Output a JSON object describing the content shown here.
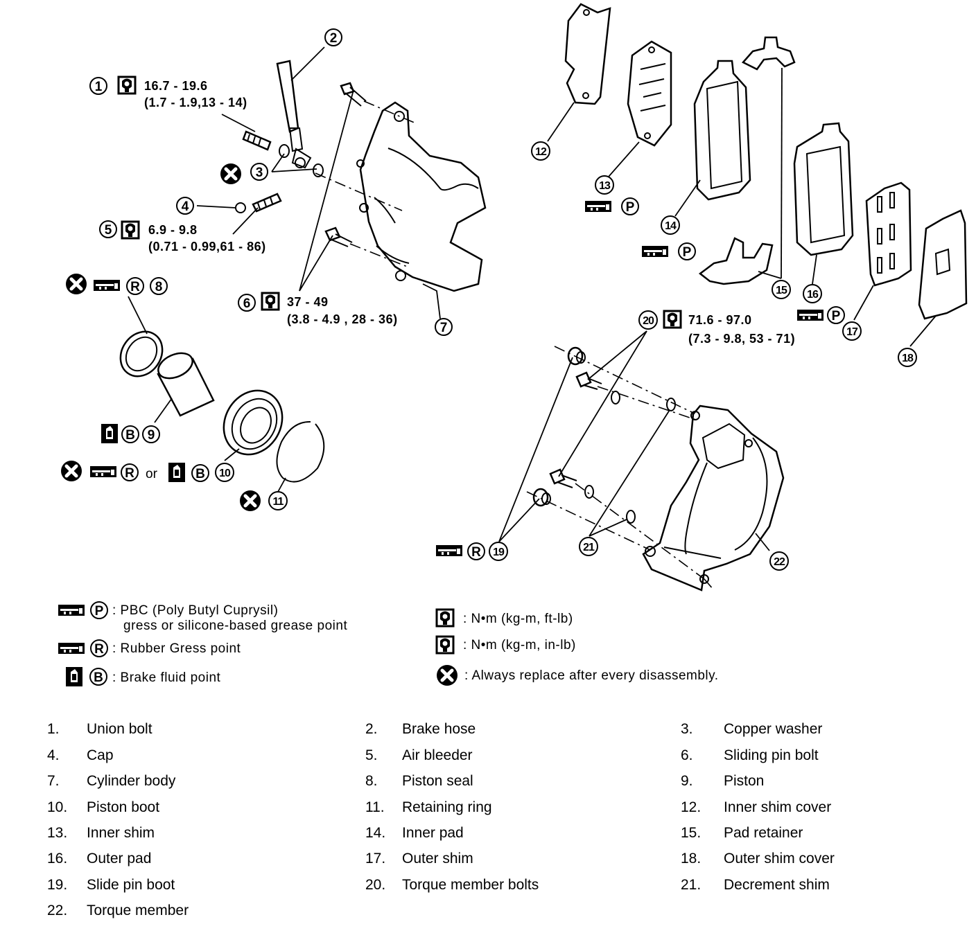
{
  "callouts": {
    "c1": "1",
    "c2": "2",
    "c3": "3",
    "c4": "4",
    "c5": "5",
    "c6": "6",
    "c7": "7",
    "c8": "8",
    "c9": "9",
    "c10": "10",
    "c11": "11",
    "c12": "12",
    "c13": "13",
    "c14": "14",
    "c15": "15",
    "c16": "16",
    "c17": "17",
    "c18": "18",
    "c19": "19",
    "c20": "20",
    "c21": "21",
    "c22": "22"
  },
  "symbols": {
    "p": "P",
    "r": "R",
    "b": "B",
    "or": "or"
  },
  "torque": {
    "t1_a": "16.7 - 19.6",
    "t1_b": "(1.7 - 1.9,13 - 14)",
    "t5_a": "6.9 - 9.8",
    "t5_b": "(0.71 - 0.99,61 - 86)",
    "t6_a": "37 - 49",
    "t6_b": "(3.8 - 4.9 , 28 - 36)",
    "t20_a": "71.6 - 97.0",
    "t20_b": "(7.3 - 9.8, 53 - 71)"
  },
  "legend": {
    "pbc_line1": ": PBC (Poly Butyl Cuprysil)",
    "pbc_line2": "gress or silicone-based grease point",
    "rubber": ": Rubber Gress point",
    "brake_fluid": ": Brake fluid point",
    "nm_ftlb": ": N•m (kg-m, ft-lb)",
    "nm_inlb": ": N•m (kg-m, in-lb)",
    "replace": ": Always replace after every disassembly."
  },
  "parts": [
    {
      "num": "1.",
      "name": "Union bolt"
    },
    {
      "num": "2.",
      "name": "Brake hose"
    },
    {
      "num": "3.",
      "name": "Copper washer"
    },
    {
      "num": "4.",
      "name": "Cap"
    },
    {
      "num": "5.",
      "name": "Air bleeder"
    },
    {
      "num": "6.",
      "name": "Sliding pin bolt"
    },
    {
      "num": "7.",
      "name": "Cylinder body"
    },
    {
      "num": "8.",
      "name": "Piston seal"
    },
    {
      "num": "9.",
      "name": "Piston"
    },
    {
      "num": "10.",
      "name": "Piston boot"
    },
    {
      "num": "11.",
      "name": "Retaining ring"
    },
    {
      "num": "12.",
      "name": "Inner shim cover"
    },
    {
      "num": "13.",
      "name": "Inner shim"
    },
    {
      "num": "14.",
      "name": "Inner pad"
    },
    {
      "num": "15.",
      "name": "Pad retainer"
    },
    {
      "num": "16.",
      "name": "Outer pad"
    },
    {
      "num": "17.",
      "name": "Outer shim"
    },
    {
      "num": "18.",
      "name": "Outer shim cover"
    },
    {
      "num": "19.",
      "name": "Slide pin boot"
    },
    {
      "num": "20.",
      "name": "Torque member bolts"
    },
    {
      "num": "21.",
      "name": "Decrement shim"
    },
    {
      "num": "22.",
      "name": "Torque member"
    }
  ]
}
